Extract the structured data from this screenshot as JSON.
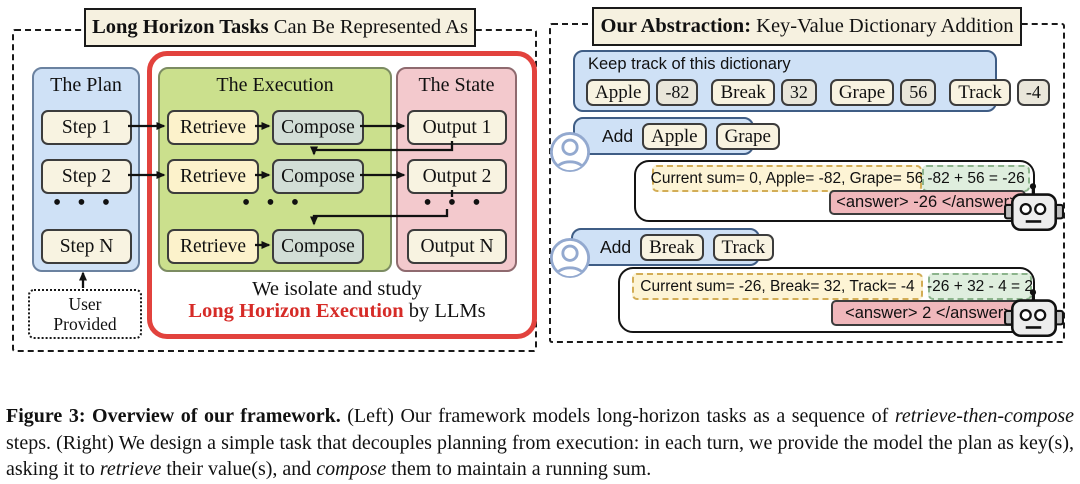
{
  "left_panel": {
    "title": {
      "bold": "Long Horizon Tasks",
      "rest": " Can Be Represented As"
    },
    "plan": {
      "title": "The Plan",
      "step1": "Step 1",
      "step2": "Step 2",
      "stepN": "Step N",
      "dots": "• • •"
    },
    "execution": {
      "title": "The Execution",
      "retrieve": "Retrieve",
      "compose": "Compose",
      "dots": "• • •"
    },
    "state": {
      "title": "The State",
      "output1": "Output 1",
      "output2": "Output 2",
      "outputN": "Output N",
      "dots": "• • •"
    },
    "study": {
      "line1": "We isolate and study",
      "highlight": "Long Horizon Execution",
      "rest": " by LLMs"
    },
    "user_provided": {
      "line1": "User",
      "line2": "Provided"
    }
  },
  "right_panel": {
    "title": {
      "bold": "Our Abstraction:",
      "rest": " Key-Value Dictionary Addition"
    },
    "dictionary": {
      "label": "Keep track of this dictionary",
      "pairs": [
        {
          "key": "Apple",
          "value": "-82"
        },
        {
          "key": "Break",
          "value": "32"
        },
        {
          "key": "Grape",
          "value": "56"
        },
        {
          "key": "Track",
          "value": "-4"
        }
      ]
    },
    "turn1": {
      "add": "Add",
      "key1": "Apple",
      "key2": "Grape",
      "context": "Current sum= 0, Apple= -82, Grape= 56",
      "computation": "-82 + 56 = -26",
      "answer": "<answer> -26 </answer>"
    },
    "turn2": {
      "add": "Add",
      "key1": "Break",
      "key2": "Track",
      "context": "Current sum= -26, Break= 32, Track= -4",
      "computation": "-26 + 32 - 4 = 2",
      "answer": "<answer> 2 </answer>"
    }
  },
  "caption": {
    "bold": "Figure 3: Overview of our framework.",
    "seg1": " (Left) Our framework models long-horizon tasks as a sequence of ",
    "italic1": "retrieve-then-compose",
    "seg2": " steps. (Right) We design a simple task that decouples planning from execution: in each turn, we provide the model the plan as key(s), asking it to ",
    "italic2": "retrieve",
    "seg3": " their value(s), and ",
    "italic3": "compose",
    "seg4": " them to maintain a running sum."
  },
  "colors": {
    "red_accent": "#e2423d",
    "highlight_red": "#d62b27",
    "plan_blue": "#cfe1f6",
    "execution_green": "#cbe08d",
    "state_pink": "#f3c9cd",
    "cream": "#f8f3e1",
    "retrieve_yellow": "#fcf2cb",
    "compose_teal": "#d2ded6",
    "context_yellow": "#fdf4d5",
    "calc_green": "#dfeede",
    "answer_pink": "#f0b7bb",
    "dict_blue_border": "#3f5d85"
  }
}
